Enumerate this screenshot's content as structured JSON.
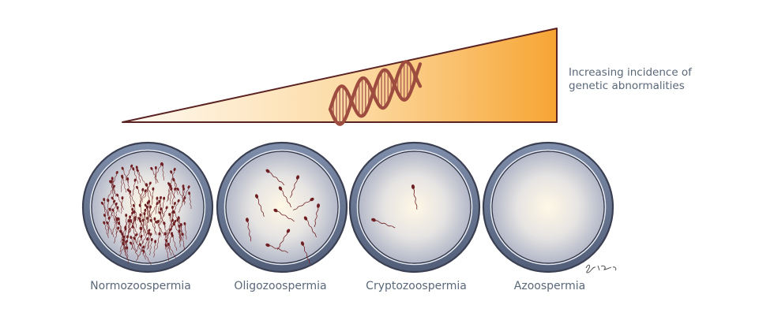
{
  "annotation": {
    "line1": "Increasing incidence of",
    "line2": "genetic abnormalities"
  },
  "panels": [
    {
      "label": "Normozoospermia",
      "sperm_density": "high"
    },
    {
      "label": "Oligozoospermia",
      "sperm_density": "low"
    },
    {
      "label": "Cryptozoospermia",
      "sperm_density": "very-low"
    },
    {
      "label": "Azoospermia",
      "sperm_density": "none"
    }
  ],
  "colors": {
    "gradient_start": "#fffaf2",
    "gradient_end": "#f7a533",
    "triangle_outline": "#5a2222",
    "dish_rim": "#6d7d99",
    "dish_rim_dark": "#3a3f52",
    "dish_center": "#fff8e6",
    "dish_edge": "#b3b8c8",
    "sperm": "#6e1f22",
    "label_text": "#5a6878"
  },
  "icons": [
    "dna-helix-icon",
    "sperm-cell-icon",
    "artist-signature"
  ]
}
